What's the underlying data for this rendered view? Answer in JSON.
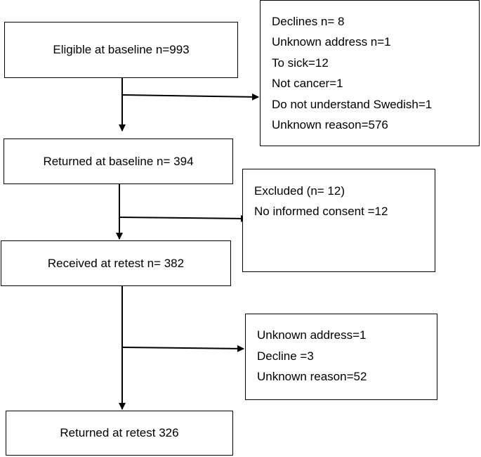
{
  "flow": {
    "eligible": "Eligible at baseline n=993",
    "returned_baseline": "Returned at baseline n= 394",
    "received_retest": "Received at retest n=  382",
    "returned_retest": "Returned at retest 326"
  },
  "exclusions_1": [
    "Declines n= 8",
    "Unknown address n=1",
    "To sick=12",
    "Not cancer=1",
    "Do not understand Swedish=1",
    "Unknown reason=576"
  ],
  "exclusions_2": [
    "Excluded (n= 12)",
    "No informed consent =12"
  ],
  "exclusions_3": [
    "Unknown address=1",
    "Decline =3",
    "Unknown reason=52"
  ]
}
